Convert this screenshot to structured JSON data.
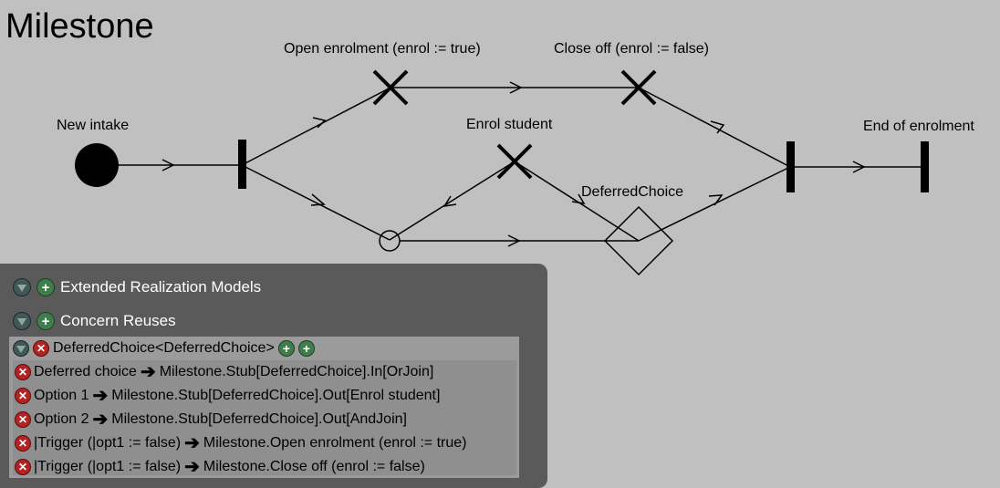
{
  "diagram": {
    "title": "Milestone",
    "nodes": {
      "new_intake": "New intake",
      "open_enrolment": "Open enrolment (enrol := true)",
      "close_off": "Close off (enrol := false)",
      "enrol_student": "Enrol student",
      "deferred_choice": "DeferredChoice",
      "end_of_enrolment": "End of enrolment"
    }
  },
  "panel": {
    "extended_realization_models": "Extended Realization Models",
    "concern_reuses": "Concern Reuses",
    "reuse": {
      "name": "DeferredChoice<DeferredChoice>",
      "mappings": [
        {
          "from": "Deferred choice",
          "to": "Milestone.Stub[DeferredChoice].In[OrJoin]"
        },
        {
          "from": "Option 1",
          "to": "Milestone.Stub[DeferredChoice].Out[Enrol student]"
        },
        {
          "from": "Option 2",
          "to": "Milestone.Stub[DeferredChoice].Out[AndJoin]"
        },
        {
          "from": "|Trigger (|opt1 := false)",
          "to": "Milestone.Open enrolment (enrol := true)"
        },
        {
          "from": "|Trigger (|opt1 := false)",
          "to": "Milestone.Close off (enrol := false)"
        }
      ]
    }
  }
}
